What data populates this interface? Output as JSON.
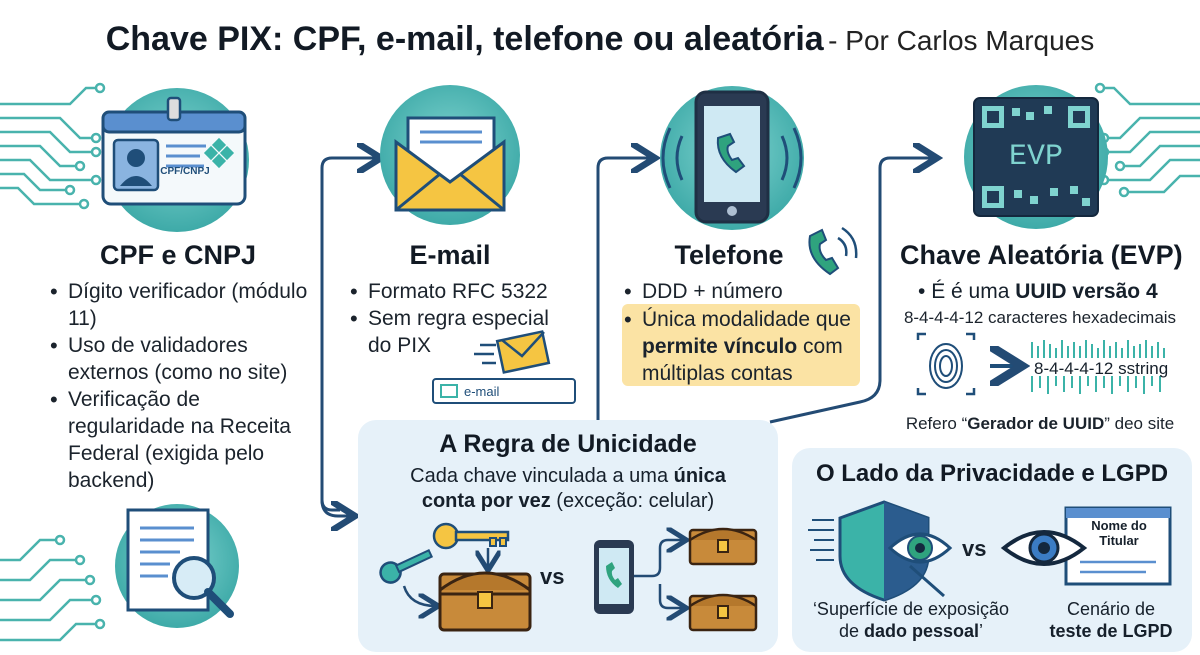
{
  "header": {
    "title": "Chave PIX: CPF, e-mail, telefone ou aleatória",
    "author": "- Por Carlos Marques"
  },
  "cpf": {
    "badge_text": "CPF/CNPJ",
    "title": "CPF e CNPJ",
    "bullets": [
      "Dígito verificador (módulo 11)",
      "Uso de validadores externos (como no site)",
      "Verificação de regularidade na Receita Federal (exigida pelo backend)"
    ]
  },
  "email": {
    "title": "E-mail",
    "bullets": [
      "Formato RFC 5322",
      "Sem regra especial do PIX"
    ],
    "field_text": "e-mail"
  },
  "phone": {
    "title": "Telefone",
    "bullet1": "DDD + número",
    "bullet2_pre": "Única modalidade que ",
    "bullet2_bold": "permite vínculo",
    "bullet2_post": " com múltiplas contas"
  },
  "evp": {
    "qr_text": "EVP",
    "title": "Chave Aleatória (EVP)",
    "bullet_pre": "É é uma ",
    "bullet_bold": "UUID versão 4",
    "format_line": "8-4-4-4-12 caracteres hexadecimais",
    "barcode_text": "8-4-4-4-12 sstring",
    "ref_pre": "Refero “",
    "ref_bold": "Gerador de UUID",
    "ref_post": "” deo site"
  },
  "uniqueness": {
    "title": "A Regra de Unicidade",
    "line1_pre": "Cada chave vinculada a uma ",
    "line1_bold": "única",
    "line2_bold": "conta por vez",
    "line2_post": " (exceção: celular)",
    "vs": "vs"
  },
  "privacy": {
    "title": "O Lado da Privacidade e LGPD",
    "vs": "vs",
    "card_text": "Nome do Titular",
    "left_caption_l1": "‘Superfície de exposição",
    "left_caption_l2_pre": "de ",
    "left_caption_l2_bold": "dado pessoal",
    "left_caption_l2_post": "’",
    "right_caption_l1": "Cenário de",
    "right_caption_l2": "teste de LGPD"
  },
  "colors": {
    "teal": "#3bb3a8",
    "navy": "#1f4e79",
    "arrow": "#234b74",
    "gold": "#f5c542",
    "highlight": "#fbe3a4",
    "panel": "#e6f1f9"
  },
  "icons": [
    "id-badge-icon",
    "envelope-icon",
    "phone-icon",
    "qr-code-icon",
    "circuit-icon",
    "document-search-icon",
    "key-icon",
    "treasure-chest-icon",
    "shield-icon",
    "eye-icon",
    "fingerprint-icon",
    "barcode-icon"
  ]
}
